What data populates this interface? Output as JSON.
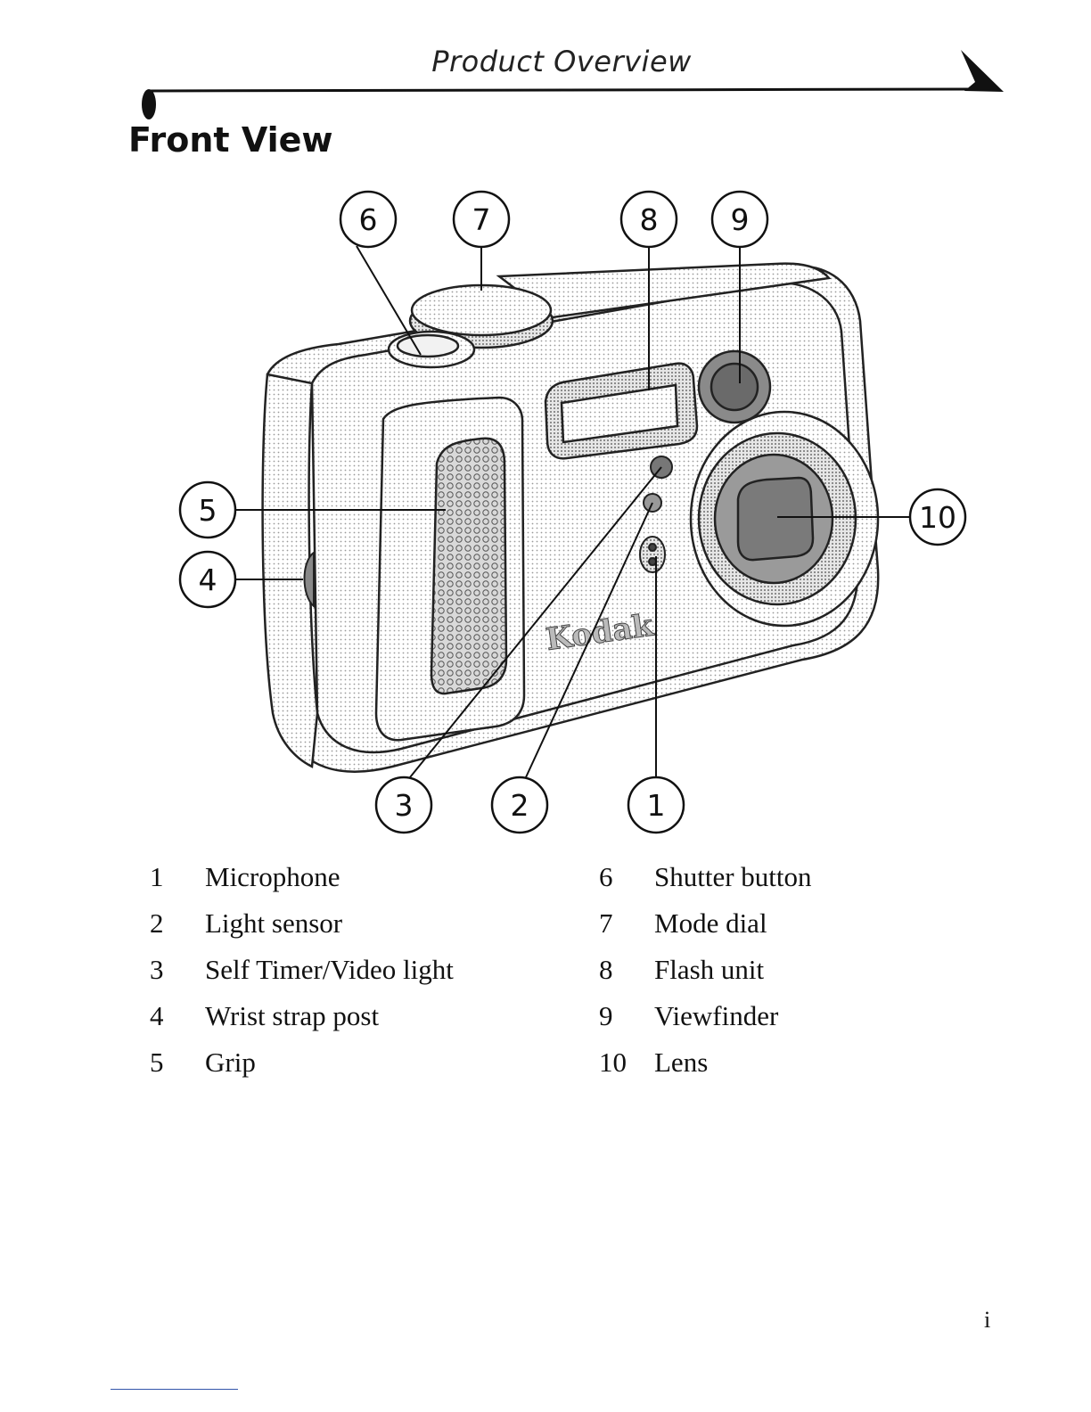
{
  "header": {
    "title": "Product Overview"
  },
  "section": {
    "title": "Front View"
  },
  "figure": {
    "brand_logo": "Kodak",
    "callouts": [
      "1",
      "2",
      "3",
      "4",
      "5",
      "6",
      "7",
      "8",
      "9",
      "10"
    ]
  },
  "legend": {
    "left": [
      {
        "num": "1",
        "label": "Microphone"
      },
      {
        "num": "2",
        "label": "Light sensor"
      },
      {
        "num": "3",
        "label": "Self Timer/Video light"
      },
      {
        "num": "4",
        "label": "Wrist strap post"
      },
      {
        "num": "5",
        "label": "Grip"
      }
    ],
    "right": [
      {
        "num": "6",
        "label": "Shutter button"
      },
      {
        "num": "7",
        "label": "Mode dial"
      },
      {
        "num": "8",
        "label": "Flash unit"
      },
      {
        "num": "9",
        "label": "Viewfinder"
      },
      {
        "num": "10",
        "label": "Lens"
      }
    ]
  },
  "footer": {
    "page_number": "i"
  },
  "colors": {
    "ink": "#111111",
    "footer_rule": "#3355aa"
  }
}
